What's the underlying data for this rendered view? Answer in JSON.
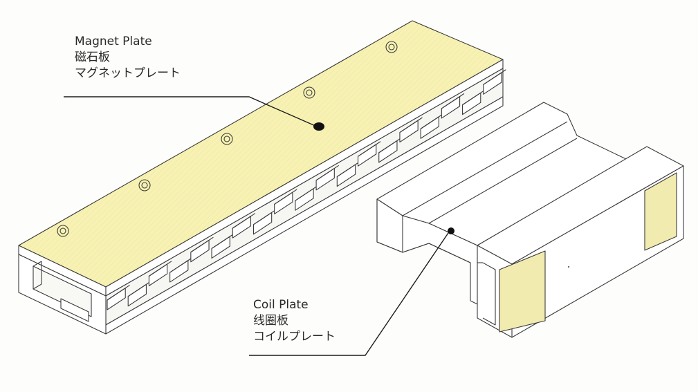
{
  "magnet_plate": {
    "label_en": "Magnet Plate",
    "label_zh": "磁石板",
    "label_ja": "マグネットプレート",
    "fill_color": "#f7f2b3"
  },
  "coil_plate": {
    "label_en": "Coil Plate",
    "label_zh": "线圈板",
    "label_ja": "コイルプレート",
    "pad_color": "#f1ebb0"
  },
  "colors": {
    "line": "#3a3a3a",
    "body": "#ffffff",
    "leader_dot": "#111111"
  }
}
